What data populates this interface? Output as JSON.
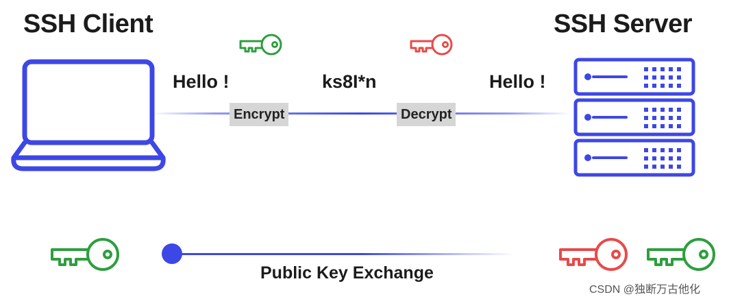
{
  "client": {
    "title": "SSH Client"
  },
  "server": {
    "title": "SSH Server"
  },
  "messages": {
    "plain_left": "Hello !",
    "cipher": "ks8I*n",
    "plain_right": "Hello !"
  },
  "steps": {
    "encrypt": "Encrypt",
    "decrypt": "Decrypt"
  },
  "exchange": {
    "label": "Public Key Exchange"
  },
  "credit": "CSDN @独断万古他化",
  "colors": {
    "accent": "#3d47e6",
    "public_key": "#2e9e3f",
    "private_key": "#e74a4a"
  },
  "icons": {
    "client": "laptop-icon",
    "server": "server-rack-icon",
    "key": "key-icon"
  }
}
